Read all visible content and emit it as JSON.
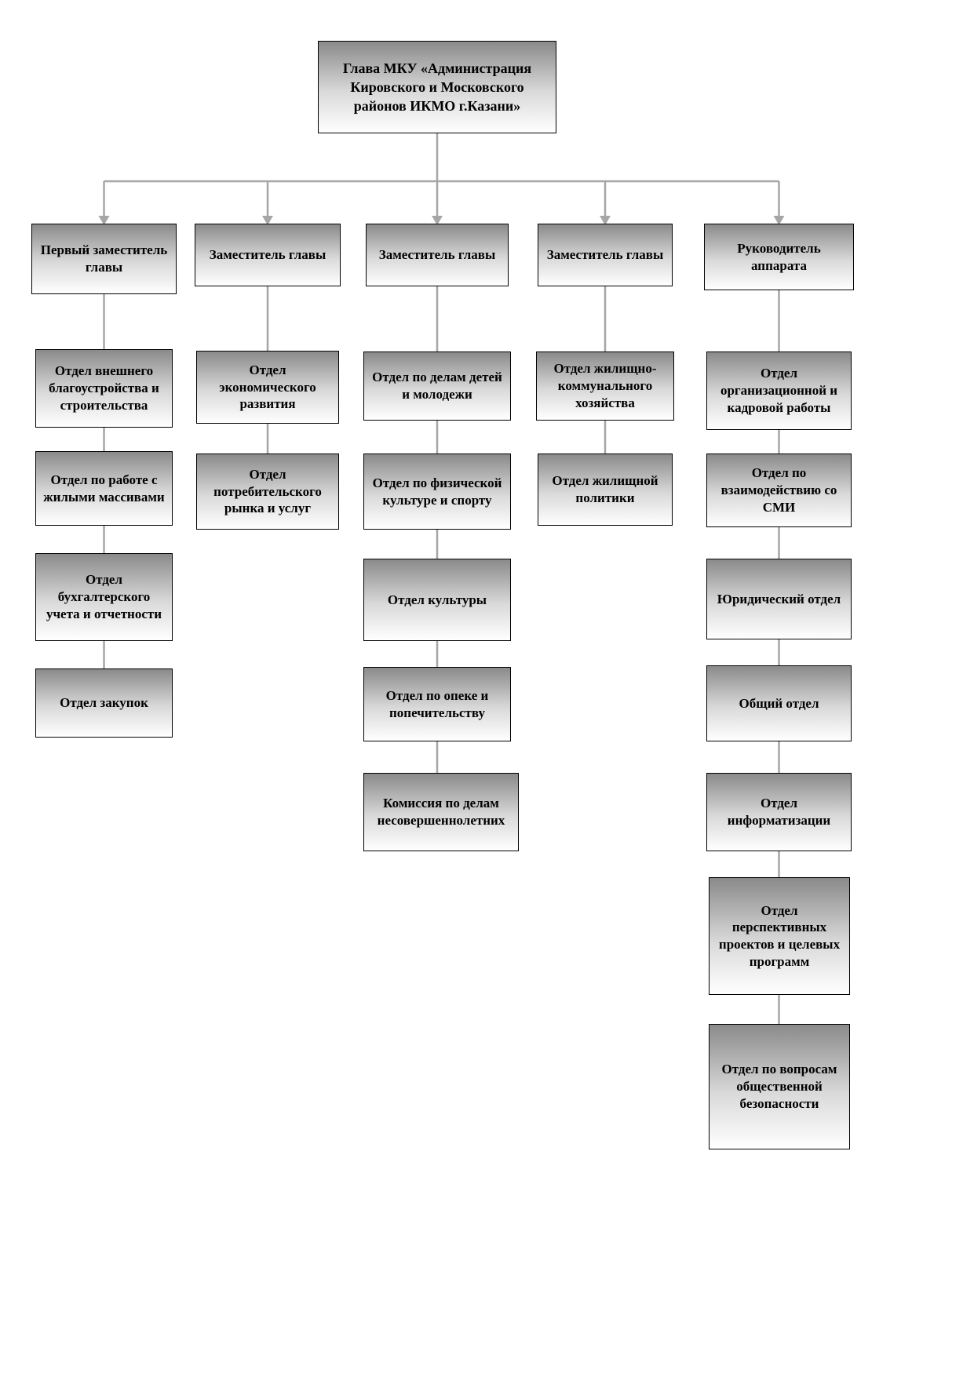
{
  "root": {
    "label": "Глава МКУ «Администрация Кировского и Московского районов ИКМО г.Казани»"
  },
  "branches": [
    {
      "head": "Первый заместитель главы",
      "departments": [
        "Отдел внешнего благоустройства и строительства",
        "Отдел по работе с жилыми массивами",
        "Отдел бухгалтерского учета и отчетности",
        "Отдел закупок"
      ]
    },
    {
      "head": "Заместитель главы",
      "departments": [
        "Отдел экономического развития",
        "Отдел потребительского рынка и услуг"
      ]
    },
    {
      "head": "Заместитель главы",
      "departments": [
        "Отдел по делам детей и молодежи",
        "Отдел по физической культуре и спорту",
        "Отдел культуры",
        "Отдел по опеке и попечительству",
        "Комиссия по делам несовершеннолетних"
      ]
    },
    {
      "head": "Заместитель главы",
      "departments": [
        "Отдел жилищно-коммунального хозяйства",
        "Отдел жилищной политики"
      ]
    },
    {
      "head": "Руководитель аппарата",
      "departments": [
        "Отдел организационной и кадровой работы",
        "Отдел по взаимодействию со СМИ",
        "Юридический отдел",
        "Общий отдел",
        "Отдел информатизации",
        "Отдел перспективных проектов и целевых программ",
        "Отдел по вопросам общественной безопасности"
      ]
    }
  ],
  "colors": {
    "page_bg": "#ffffff",
    "box_top": "#8a8a8a",
    "box_bottom": "#ffffff",
    "box_border": "#000000",
    "text": "#000000",
    "connector": "#a6a6a6"
  }
}
